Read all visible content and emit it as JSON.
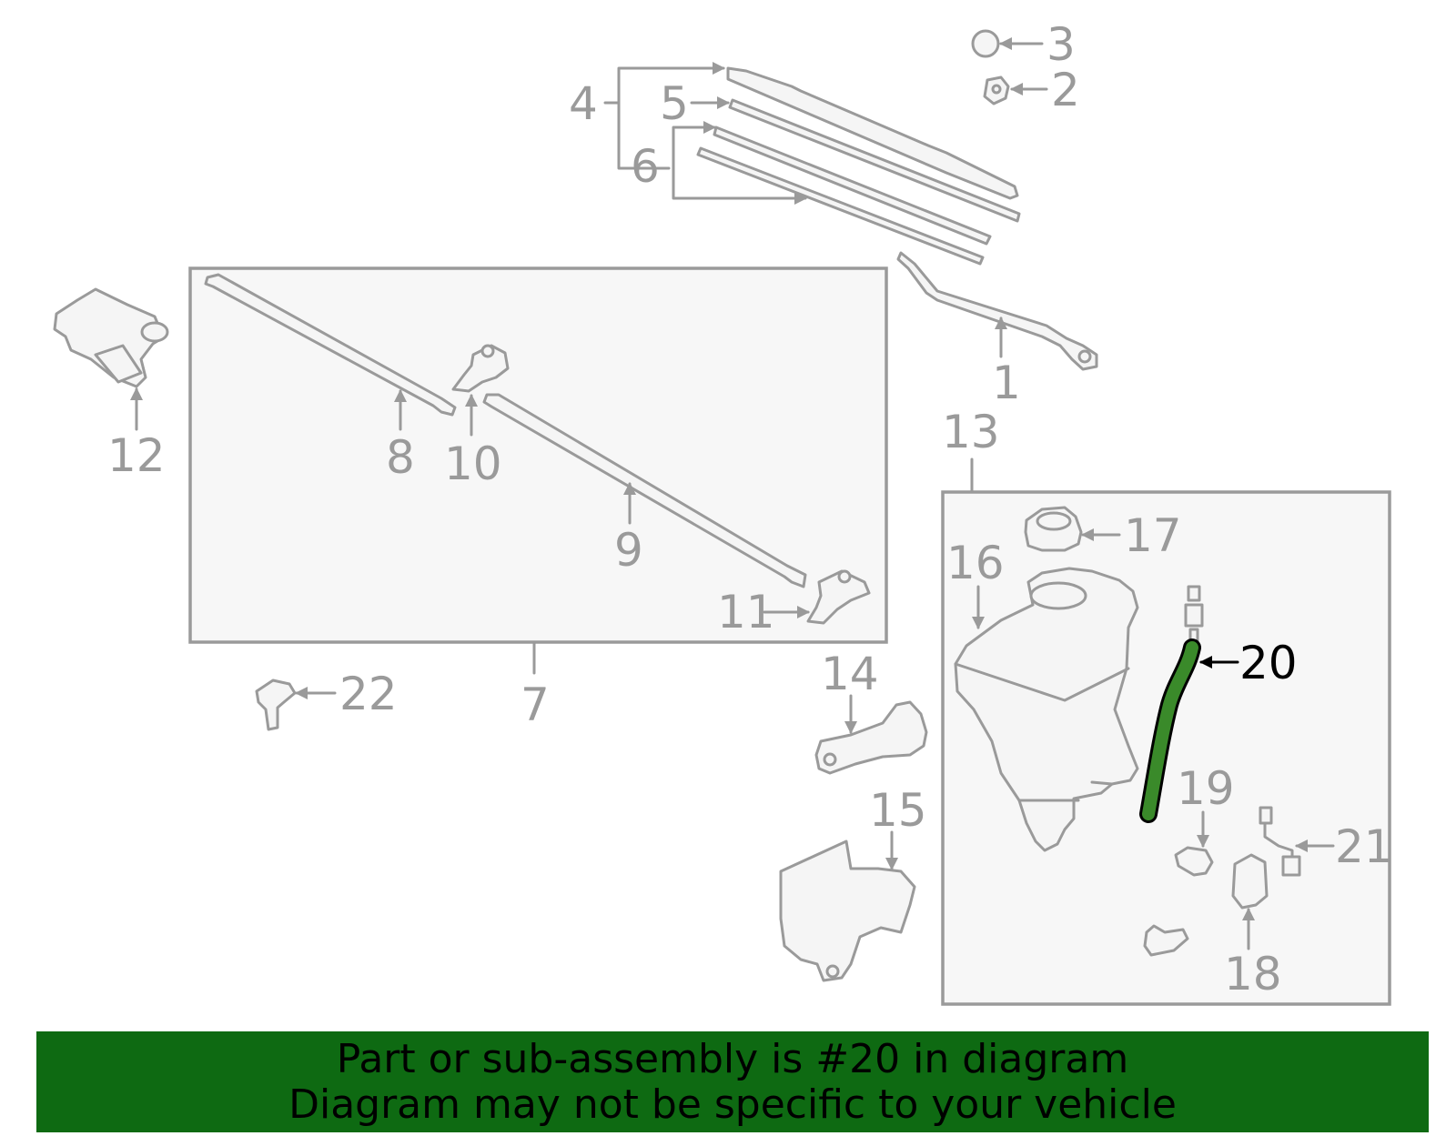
{
  "callouts": {
    "c1": "1",
    "c2": "2",
    "c3": "3",
    "c4": "4",
    "c5": "5",
    "c6": "6",
    "c7": "7",
    "c8": "8",
    "c9": "9",
    "c10": "10",
    "c11": "11",
    "c12": "12",
    "c13": "13",
    "c14": "14",
    "c15": "15",
    "c16": "16",
    "c17": "17",
    "c18": "18",
    "c19": "19",
    "c20": "20",
    "c21": "21",
    "c22": "22"
  },
  "highlight": {
    "part_number": "20",
    "color": "#3a8a2a"
  },
  "banner": {
    "line1": "Part or sub-assembly is #20 in diagram",
    "line2": "Diagram may not be specific to your vehicle",
    "background": "#0e6a12"
  }
}
